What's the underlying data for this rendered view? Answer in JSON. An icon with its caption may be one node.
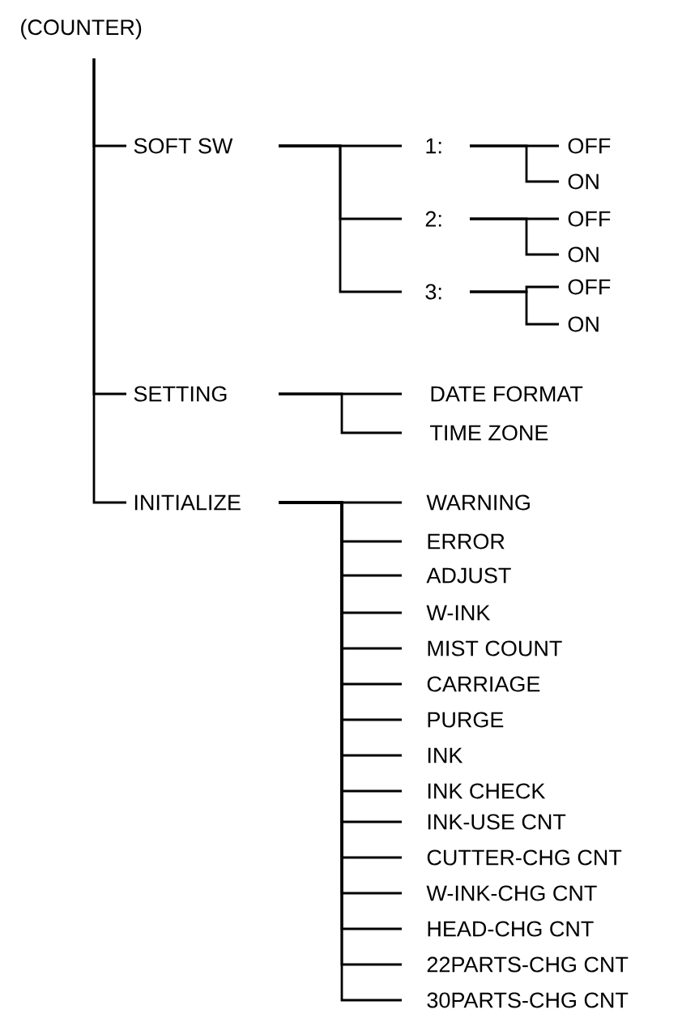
{
  "diagram": {
    "nodes": [
      {
        "text": [
          "(COUNTER)"
        ]
      },
      {
        "text": [
          "SOFT SW"
        ]
      },
      {
        "text": [
          "1:"
        ]
      },
      {
        "text": [
          "OFF"
        ]
      },
      {
        "text": [
          "ON"
        ]
      },
      {
        "text": [
          "2:"
        ]
      },
      {
        "text": [
          "OFF"
        ]
      },
      {
        "text": [
          "ON"
        ]
      },
      {
        "text": [
          "3:"
        ]
      },
      {
        "text": [
          "OFF"
        ]
      },
      {
        "text": [
          "ON"
        ]
      },
      {
        "text": [
          "SETTING"
        ]
      },
      {
        "text": [
          "DATE FORMAT"
        ]
      },
      {
        "text": [
          "TIME ZONE"
        ]
      },
      {
        "text": [
          "INITIALIZE"
        ]
      },
      {
        "text": [
          "WARNING"
        ]
      },
      {
        "text": [
          "ERROR"
        ]
      },
      {
        "text": [
          "ADJUST"
        ]
      },
      {
        "text": [
          "W-INK"
        ]
      },
      {
        "text": [
          "MIST COUNT"
        ]
      },
      {
        "text": [
          "CARRIAGE"
        ]
      },
      {
        "text": [
          "PURGE"
        ]
      },
      {
        "text": [
          "INK"
        ]
      },
      {
        "text": [
          "INK CHECK"
        ]
      },
      {
        "text": [
          "INK-USE CNT"
        ]
      },
      {
        "text": [
          "CUTTER-CHG CNT"
        ]
      },
      {
        "text": [
          "W-INK-CHG CNT"
        ]
      },
      {
        "text": [
          "HEAD-CHG CNT"
        ]
      },
      {
        "text": [
          "22PARTS-CHG CNT"
        ]
      },
      {
        "text": [
          "30PARTS-CHG CNT"
        ]
      }
    ],
    "edges": [
      {
        "from": 0,
        "to": 1,
        "arrow": "none"
      },
      {
        "from": 0,
        "to": 11,
        "arrow": "none"
      },
      {
        "from": 0,
        "to": 14,
        "arrow": "none"
      },
      {
        "from": 1,
        "to": 2,
        "arrow": "none"
      },
      {
        "from": 1,
        "to": 5,
        "arrow": "none"
      },
      {
        "from": 1,
        "to": 8,
        "arrow": "none"
      },
      {
        "from": 2,
        "to": 3,
        "arrow": "none"
      },
      {
        "from": 2,
        "to": 4,
        "arrow": "none"
      },
      {
        "from": 5,
        "to": 6,
        "arrow": "none"
      },
      {
        "from": 5,
        "to": 7,
        "arrow": "none"
      },
      {
        "from": 8,
        "to": 9,
        "arrow": "none"
      },
      {
        "from": 8,
        "to": 10,
        "arrow": "none"
      },
      {
        "from": 11,
        "to": 12,
        "arrow": "none"
      },
      {
        "from": 11,
        "to": 13,
        "arrow": "none"
      },
      {
        "from": 14,
        "to": 15,
        "arrow": "none"
      },
      {
        "from": 14,
        "to": 16,
        "arrow": "none"
      },
      {
        "from": 14,
        "to": 17,
        "arrow": "none"
      },
      {
        "from": 14,
        "to": 18,
        "arrow": "none"
      },
      {
        "from": 14,
        "to": 19,
        "arrow": "none"
      },
      {
        "from": 14,
        "to": 20,
        "arrow": "none"
      },
      {
        "from": 14,
        "to": 21,
        "arrow": "none"
      },
      {
        "from": 14,
        "to": 22,
        "arrow": "none"
      },
      {
        "from": 14,
        "to": 23,
        "arrow": "none"
      },
      {
        "from": 14,
        "to": 24,
        "arrow": "none"
      },
      {
        "from": 14,
        "to": 25,
        "arrow": "none"
      },
      {
        "from": 14,
        "to": 26,
        "arrow": "none"
      },
      {
        "from": 14,
        "to": 27,
        "arrow": "none"
      },
      {
        "from": 14,
        "to": 28,
        "arrow": "none"
      },
      {
        "from": 14,
        "to": 29,
        "arrow": "none"
      }
    ]
  }
}
